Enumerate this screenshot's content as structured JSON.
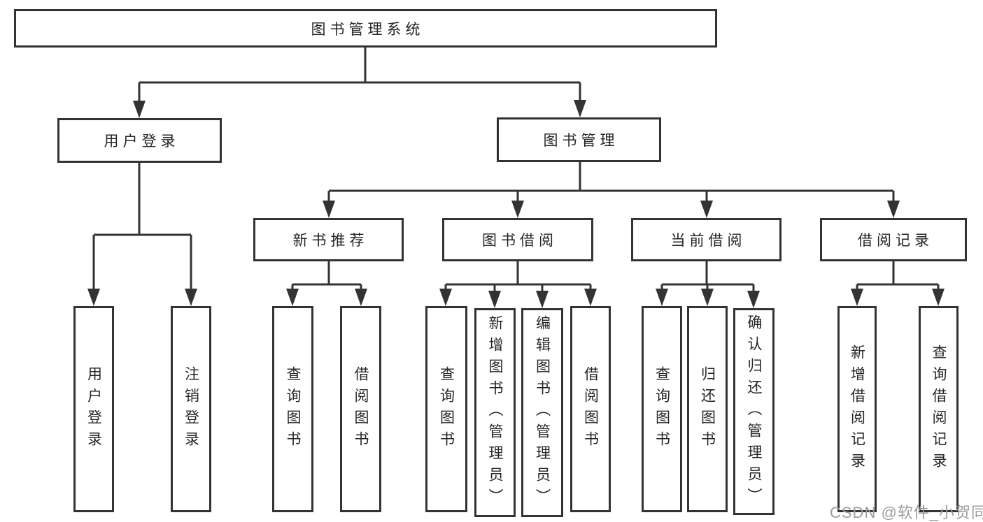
{
  "tree": {
    "root": {
      "label": "图书管理系统"
    },
    "branches": [
      {
        "label": "用户登录",
        "children": [
          {
            "label": "用户登录"
          },
          {
            "label": "注销登录"
          }
        ]
      },
      {
        "label": "图书管理",
        "groups": [
          {
            "label": "新书推荐",
            "children": [
              {
                "label": "查询图书"
              },
              {
                "label": "借阅图书"
              }
            ]
          },
          {
            "label": "图书借阅",
            "children": [
              {
                "label": "查询图书"
              },
              {
                "label": "新增图书（管理员）"
              },
              {
                "label": "编辑图书（管理员）"
              },
              {
                "label": "借阅图书"
              }
            ]
          },
          {
            "label": "当前借阅",
            "children": [
              {
                "label": "查询图书"
              },
              {
                "label": "归还图书"
              },
              {
                "label": "确认归还（管理员）"
              }
            ]
          },
          {
            "label": "借阅记录",
            "children": [
              {
                "label": "新增借阅记录"
              },
              {
                "label": "查询借阅记录"
              }
            ]
          }
        ]
      }
    ]
  },
  "watermark": "CSDN @软件_小贺同学",
  "colors": {
    "line": "#333333",
    "text": "#262626",
    "watermark": "#9c9c9c",
    "background": "#ffffff"
  }
}
